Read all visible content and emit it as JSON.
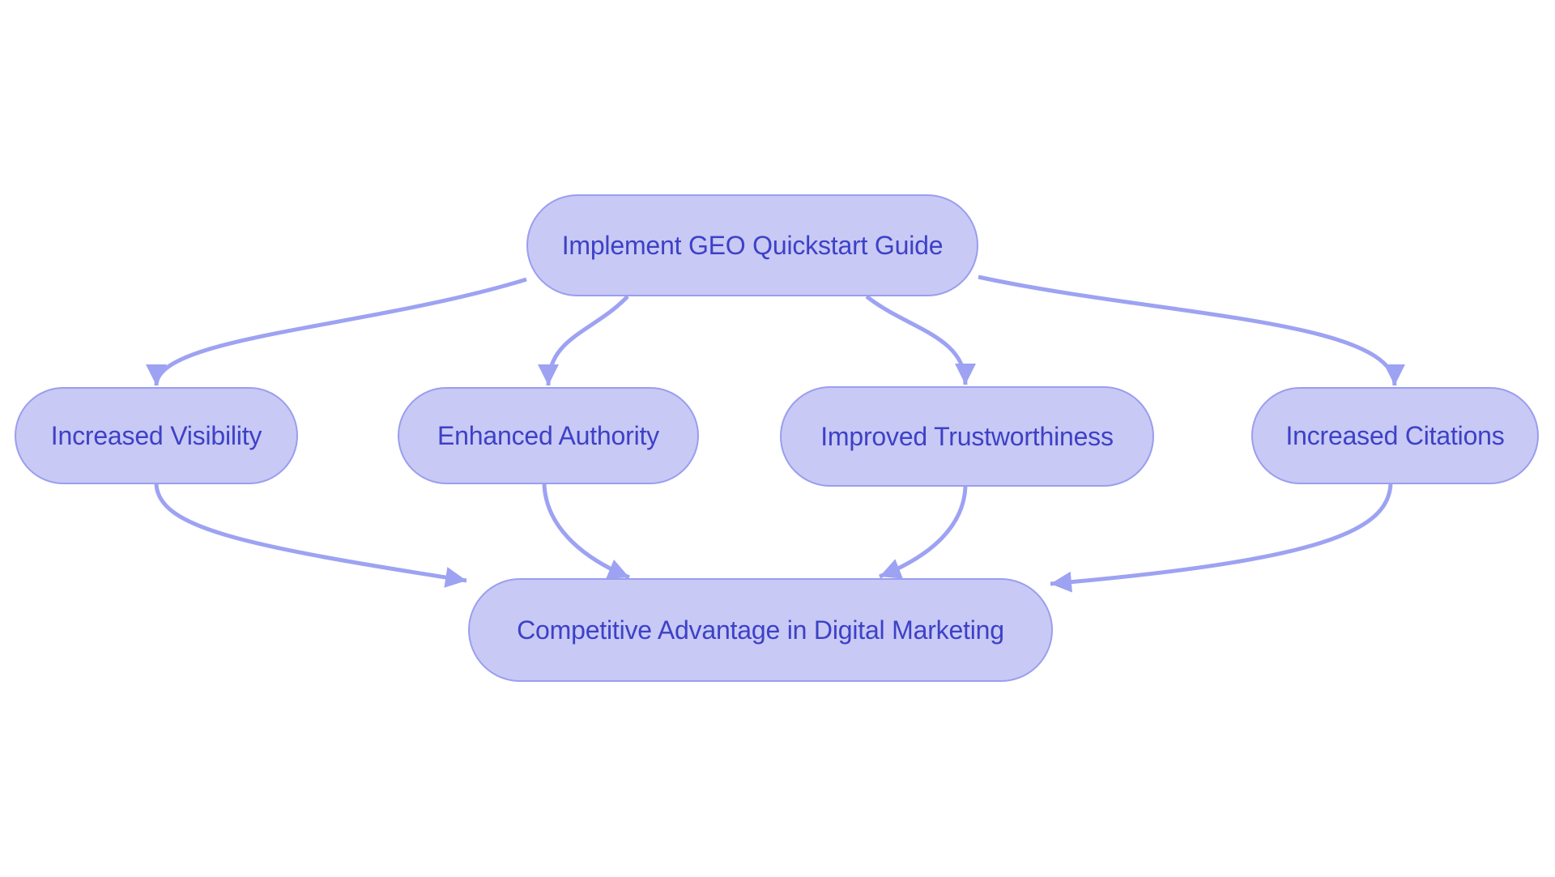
{
  "diagram": {
    "type": "flowchart",
    "direction": "top-down",
    "colors": {
      "background": "#ffffff",
      "node_fill": "#c8c9f5",
      "node_border": "#9a9eee",
      "node_text": "#3d41c6",
      "edge": "#9da2f2"
    },
    "nodes": {
      "root": {
        "label": "Implement GEO Quickstart Guide"
      },
      "benefit1": {
        "label": "Increased Visibility"
      },
      "benefit2": {
        "label": "Enhanced Authority"
      },
      "benefit3": {
        "label": "Improved Trustworthiness"
      },
      "benefit4": {
        "label": "Increased Citations"
      },
      "outcome": {
        "label": "Competitive Advantage in Digital Marketing"
      }
    },
    "edges": [
      {
        "from": "root",
        "to": "benefit1"
      },
      {
        "from": "root",
        "to": "benefit2"
      },
      {
        "from": "root",
        "to": "benefit3"
      },
      {
        "from": "root",
        "to": "benefit4"
      },
      {
        "from": "benefit1",
        "to": "outcome"
      },
      {
        "from": "benefit2",
        "to": "outcome"
      },
      {
        "from": "benefit3",
        "to": "outcome"
      },
      {
        "from": "benefit4",
        "to": "outcome"
      }
    ]
  }
}
